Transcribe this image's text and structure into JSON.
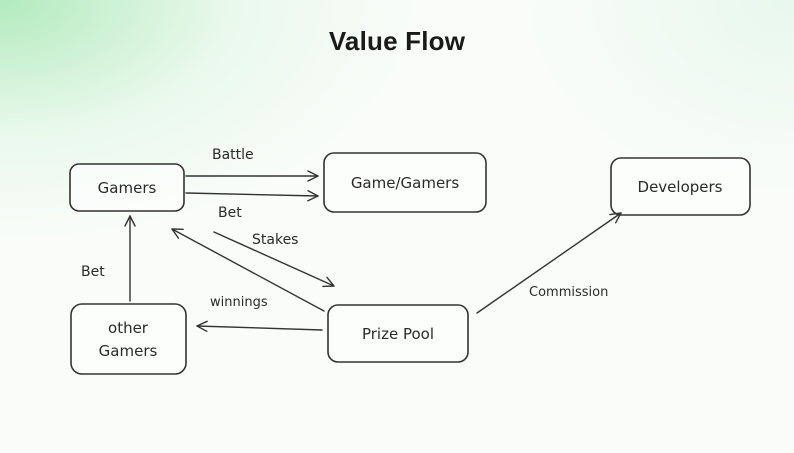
{
  "title": "Value Flow",
  "nodes": {
    "gamers": "Gamers",
    "game_gamers": "Game/Gamers",
    "developers": "Developers",
    "other_gamers_line1": "other",
    "other_gamers_line2": "Gamers",
    "prize_pool": "Prize Pool"
  },
  "edges": {
    "battle": "Battle",
    "bet_top": "Bet",
    "stakes": "Stakes",
    "winnings": "winnings",
    "commission": "Commission",
    "bet_left": "Bet"
  }
}
